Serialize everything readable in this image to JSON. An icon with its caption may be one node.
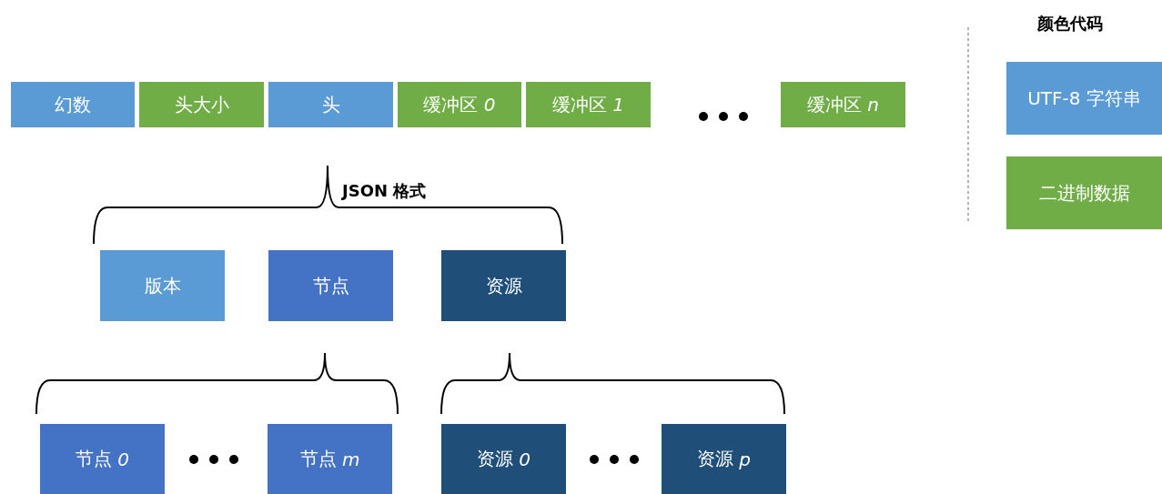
{
  "diagram": {
    "nodes": [
      {
        "text": [
          "幻数"
        ]
      },
      {
        "text": [
          "头大小"
        ]
      },
      {
        "text": [
          "头"
        ]
      },
      {
        "text": [
          "缓冲区 *0*"
        ]
      },
      {
        "text": [
          "缓冲区 *1*"
        ]
      },
      {
        "text": [
          "缓冲区 *n*"
        ]
      },
      {
        "text": [
          "版本"
        ]
      },
      {
        "text": [
          "节点"
        ]
      },
      {
        "text": [
          "资源"
        ]
      },
      {
        "text": [
          "节点 *0*"
        ]
      },
      {
        "text": [
          "节点 *m*"
        ]
      },
      {
        "text": [
          "资源 *0*"
        ]
      },
      {
        "text": [
          "资源 *p*"
        ]
      }
    ],
    "labels": [
      "JSON 格式",
      "颜色代码"
    ],
    "legend": [
      {
        "text": "UTF-8 字符串",
        "color": "#5b9bd5"
      },
      {
        "text": "二进制数据",
        "color": "#70ad47"
      }
    ]
  }
}
